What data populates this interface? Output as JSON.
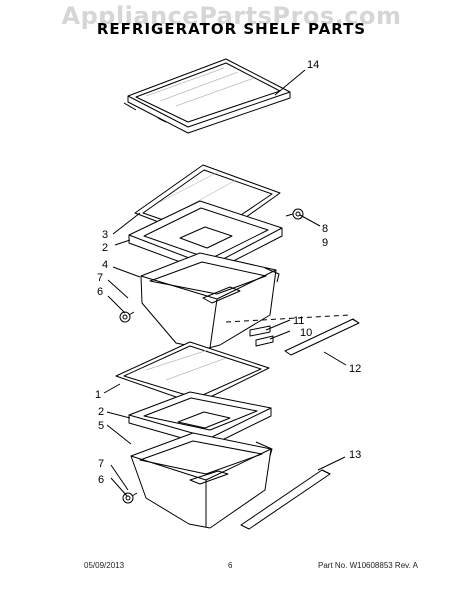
{
  "watermark": "AppliancePartsPros.com",
  "title": "REFRIGERATOR SHELF PARTS",
  "callouts": [
    "14",
    "3",
    "2",
    "8",
    "9",
    "4",
    "7",
    "6",
    "11",
    "10",
    "12",
    "1",
    "2",
    "5",
    "13",
    "7",
    "6"
  ],
  "footer": {
    "date": "05/09/2013",
    "page": "6",
    "part_number": "Part No. W10608853  Rev. A"
  }
}
